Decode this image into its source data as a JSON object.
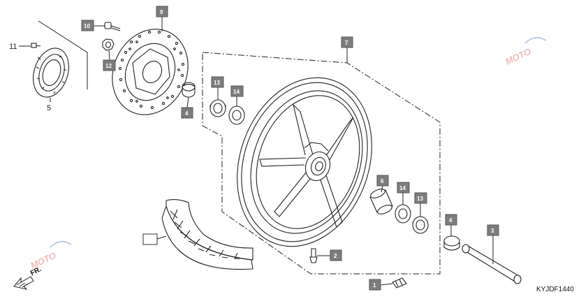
{
  "diagram_code": "KYJDF1440",
  "direction_label": "FR.",
  "watermark_text": "MOTO",
  "watermark_color": "#d63a3a",
  "callouts": [
    {
      "id": "1",
      "text": "1"
    },
    {
      "id": "2",
      "text": "2"
    },
    {
      "id": "3",
      "text": "3"
    },
    {
      "id": "4a",
      "text": "4"
    },
    {
      "id": "4b",
      "text": "4"
    },
    {
      "id": "6",
      "text": "6"
    },
    {
      "id": "7",
      "text": "7"
    },
    {
      "id": "9",
      "text": "9"
    },
    {
      "id": "10",
      "text": "10"
    },
    {
      "id": "12",
      "text": "12"
    },
    {
      "id": "13a",
      "text": "13"
    },
    {
      "id": "13b",
      "text": "13"
    },
    {
      "id": "14a",
      "text": "14"
    },
    {
      "id": "14b",
      "text": "14"
    }
  ],
  "plain_labels": [
    {
      "id": "11",
      "text": "11"
    },
    {
      "id": "5",
      "text": "5"
    }
  ]
}
